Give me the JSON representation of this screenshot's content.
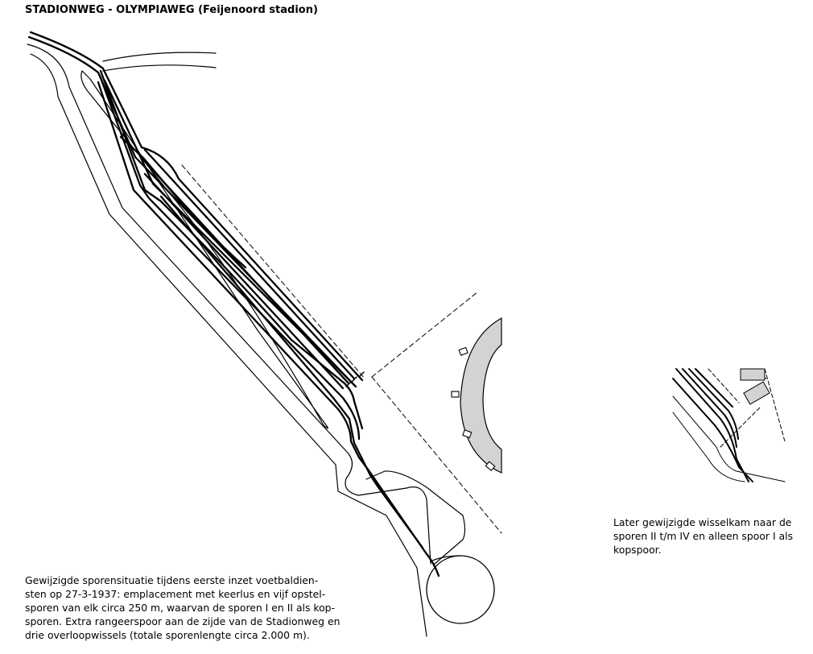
{
  "title": "STADIONWEG - OLYMPIAWEG (Feijenoord stadion)",
  "caption_main_lines": [
    "Gewijzigde sporensituatie tijdens eerste inzet voetbaldien-",
    "sten op 27-3-1937:  emplacement met keerlus en vijf opstel-",
    "sporen van elk circa 250  m, waarvan de sporen I en II als kop-",
    "sporen.  Extra rangeerspoor aan de zijde van de Stadionweg en",
    "drie overloopwissels (totale sporenlengte circa 2.000 m)."
  ],
  "caption_inset_lines": [
    "Later gewijzigde wisselkam naar de",
    "sporen II t/m IV en alleen spoor I als",
    "kopspoor."
  ],
  "colors": {
    "track": "#000000",
    "stadium_fill": "#d3d3d3",
    "background": "#ffffff"
  }
}
